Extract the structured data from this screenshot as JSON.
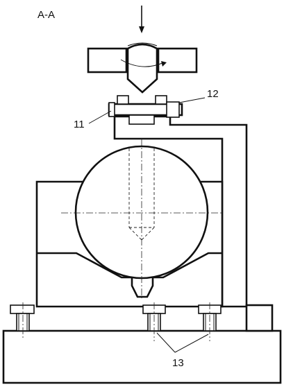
{
  "section_label": "A-A",
  "callouts": {
    "part_11": "11",
    "part_12": "12",
    "part_13": "13"
  },
  "colors": {
    "line": "#111111",
    "background": "#ffffff"
  }
}
